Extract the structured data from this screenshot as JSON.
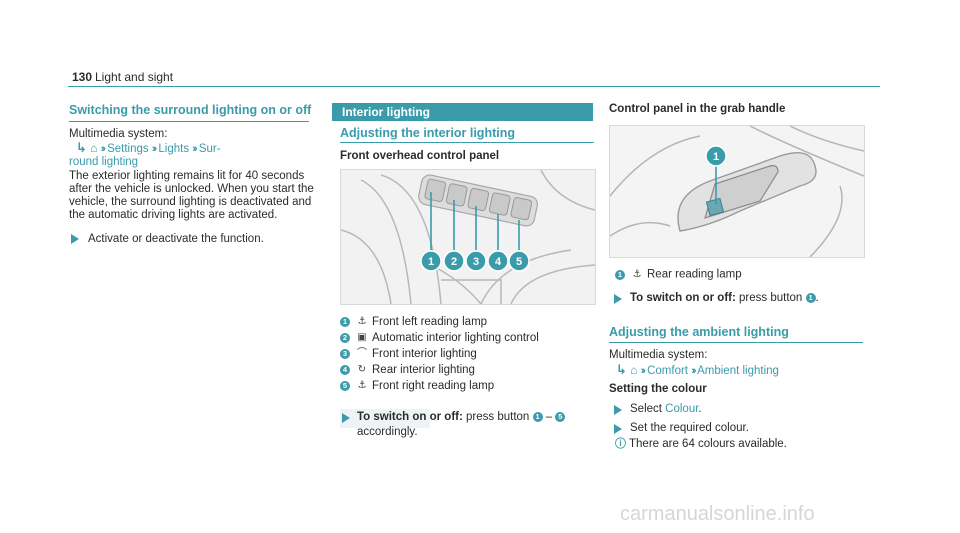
{
  "header": {
    "page_number": "130",
    "title": "Light and sight"
  },
  "left": {
    "heading": "Switching the surround lighting on or off",
    "nav_intro": "Multimedia system:",
    "nav_path": [
      "Settings",
      "Lights",
      "Sur-"
    ],
    "nav_path_cont": "round lighting",
    "paragraph": [
      "The exterior lighting remains lit for 40 seconds",
      "after the vehicle is unlocked. When you start the",
      "vehicle, the surround lighting is deactivated and",
      "the automatic driving lights are activated."
    ],
    "step": "Activate or deactivate the function."
  },
  "middle": {
    "banner": "Interior lighting",
    "heading": "Adjusting the interior lighting",
    "figure_title": "Front overhead control panel",
    "legend": [
      {
        "num": "1",
        "icon": "reading-lamp-icon",
        "glyph": "⚓",
        "label": "Front left reading lamp"
      },
      {
        "num": "2",
        "icon": "auto-interior-icon",
        "glyph": "▣",
        "label": "Automatic interior lighting control"
      },
      {
        "num": "3",
        "icon": "front-interior-icon",
        "glyph": "⌒",
        "label": "Front interior lighting"
      },
      {
        "num": "4",
        "icon": "rear-interior-icon",
        "glyph": "↻",
        "label": "Rear interior lighting"
      },
      {
        "num": "5",
        "icon": "reading-lamp-icon",
        "glyph": "⚓",
        "label": "Front right reading lamp"
      }
    ],
    "step_bold": "To switch on or off:",
    "step_text": "press button",
    "step_from": "1",
    "step_to": "5",
    "step_line2": "accordingly."
  },
  "right": {
    "figure_title": "Control panel in the grab handle",
    "legend_num": "1",
    "legend_label": "Rear reading lamp",
    "step_bold": "To switch on or off:",
    "step_text": "press button",
    "step_num": "1",
    "ambient_heading": "Adjusting the ambient lighting",
    "nav_intro": "Multimedia system:",
    "nav_path": [
      "Comfort",
      "Ambient lighting"
    ],
    "setting_heading": "Setting the colour",
    "step_select": "Select",
    "step_select_link": "Colour",
    "step_set": "Set the required colour.",
    "info": "There are 64 colours available."
  },
  "watermark": "carmanualsonline.info",
  "colors": {
    "accent": "#3a9bab"
  }
}
